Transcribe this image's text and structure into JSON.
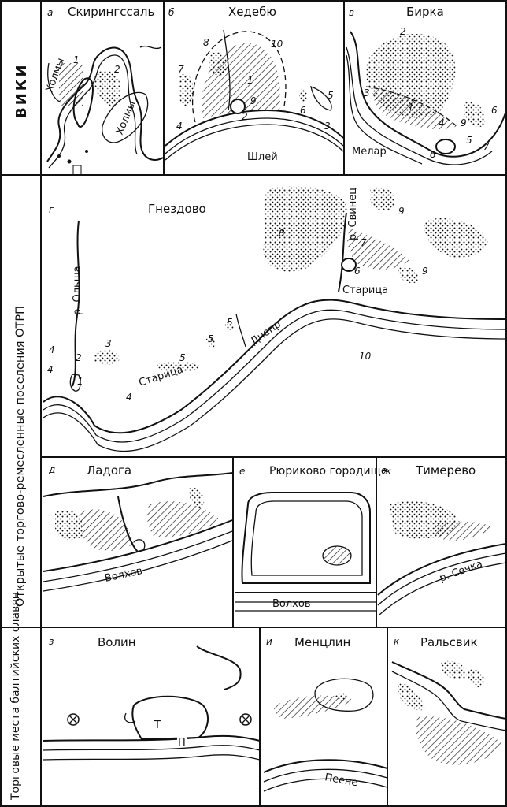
{
  "sections": {
    "viki": "ВИКИ",
    "otrp": "Открытые торгово-ремесленные поселения ОТРП",
    "baltic": "Торговые места балтийских славян"
  },
  "panels": {
    "a": {
      "letter": "а",
      "title": "Скирингссаль",
      "labels": {
        "hills1": "Холмы",
        "hills2": "Холмы"
      },
      "numbers": [
        "1",
        "2"
      ]
    },
    "b": {
      "letter": "б",
      "title": "Хедебю",
      "labels": {
        "water": "Шлей"
      },
      "numbers": [
        "1",
        "2",
        "3",
        "4",
        "5",
        "6",
        "7",
        "8",
        "9",
        "10"
      ]
    },
    "v": {
      "letter": "в",
      "title": "Бирка",
      "labels": {
        "water": "Мелар"
      },
      "numbers": [
        "1",
        "2",
        "3",
        "4",
        "5",
        "6",
        "7",
        "8",
        "9"
      ]
    },
    "g": {
      "letter": "г",
      "title": "Гнездово",
      "labels": {
        "river1": "р. Ольша",
        "river2": "р. Свинец",
        "oxbow1": "Старица",
        "oxbow2": "Старица",
        "main": "Днепр"
      },
      "numbers": [
        "1",
        "2",
        "3",
        "4",
        "4",
        "4",
        "5",
        "5",
        "5",
        "6",
        "7",
        "8",
        "9",
        "9",
        "10"
      ]
    },
    "d": {
      "letter": "д",
      "title": "Ладога",
      "labels": {
        "river": "Волхов"
      }
    },
    "e": {
      "letter": "е",
      "title": "Рюриково городище",
      "labels": {
        "river": "Волхов"
      }
    },
    "zh": {
      "letter": "ж",
      "title": "Тимерево",
      "labels": {
        "river": "р. Сечка"
      }
    },
    "z": {
      "letter": "з",
      "title": "Волин",
      "labels": {
        "t": "Т",
        "p": "П"
      }
    },
    "i": {
      "letter": "и",
      "title": "Менцлин",
      "labels": {
        "river": "Пеене"
      }
    },
    "k": {
      "letter": "к",
      "title": "Ральсвик"
    }
  }
}
